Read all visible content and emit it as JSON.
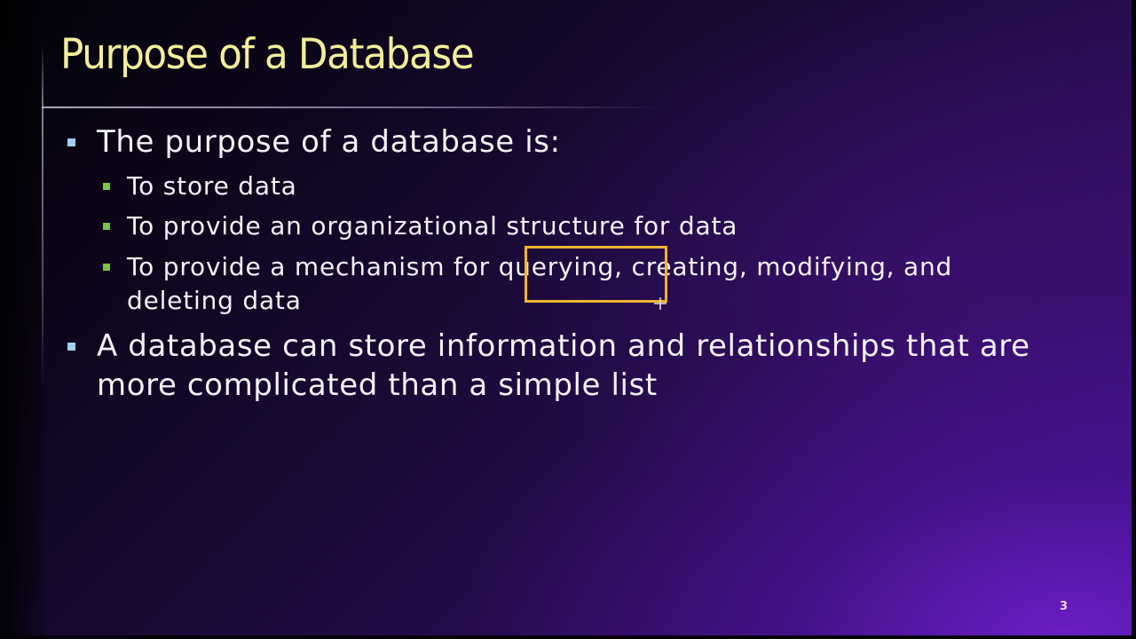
{
  "slide": {
    "title": "Purpose of a Database",
    "bullets": [
      {
        "level": 1,
        "text": "The purpose of a database is:",
        "children": [
          {
            "level": 2,
            "text": "To store data"
          },
          {
            "level": 2,
            "text": "To provide an organizational structure for data"
          },
          {
            "level": 2,
            "lines": [
              "To provide a mechanism for querying, creating, modifying, and",
              "deleting data"
            ]
          }
        ]
      },
      {
        "level": 1,
        "lines": [
          "A database can store information and relationships that are",
          "more complicated than a simple list"
        ]
      }
    ],
    "highlight": {
      "word": "querying,",
      "color": "#f0b431"
    },
    "slide_number": "3"
  },
  "colors": {
    "title": "#f2ee9a",
    "body_text": "#f4f0f6",
    "level1_bullet": "#9fd0f0",
    "level2_bullet": "#7cc540",
    "highlight_border": "#f0b431",
    "background_dark": "#0c0518",
    "background_purple": "#3c118a"
  },
  "icons": {
    "bullet_level1": "square-bullet-icon",
    "bullet_level2": "square-bullet-icon",
    "cursor": "crosshair-cursor-icon"
  }
}
